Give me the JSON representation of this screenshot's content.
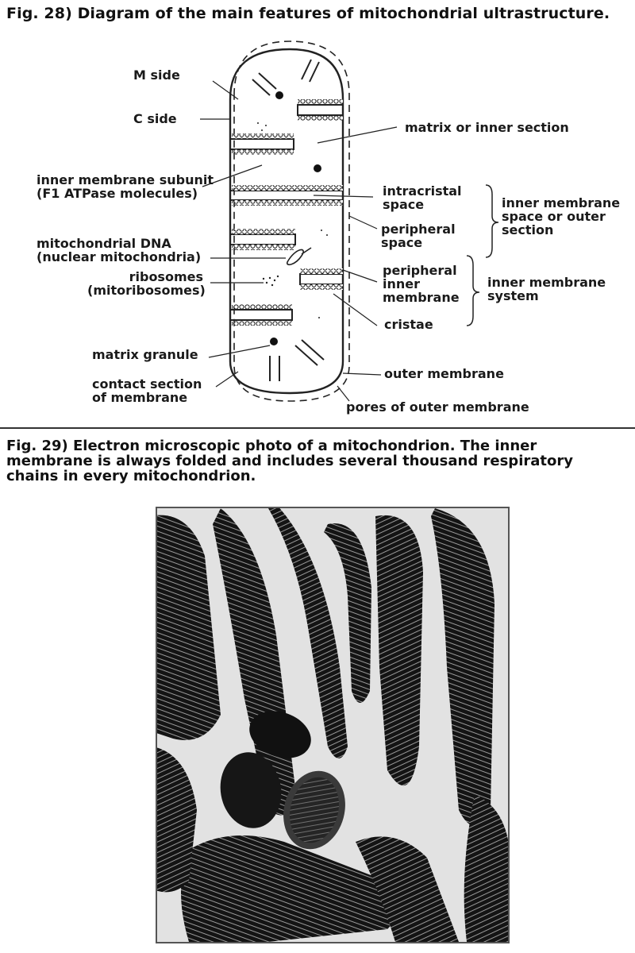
{
  "fig28": {
    "caption": "Fig. 28)  Diagram of the main features of mitochondrial ultrastructure.",
    "labels": {
      "m_side": "M side",
      "c_side": "C side",
      "matrix": "matrix or inner section",
      "subunit_1": "inner membrane subunit",
      "subunit_2": "(F1 ATPase molecules)",
      "intracristal_1": "intracristal",
      "intracristal_2": "space",
      "peripheral_space_1": "peripheral",
      "peripheral_space_2": "space",
      "outer_section_1": "inner membrane",
      "outer_section_2": "space or outer",
      "outer_section_3": "section",
      "dna_1": "mitochondrial DNA",
      "dna_2": "(nuclear mitochondria)",
      "ribosomes_1": "ribosomes",
      "ribosomes_2": "(mitoribosomes)",
      "peripheral_inner_1": "peripheral",
      "peripheral_inner_2": "inner",
      "peripheral_inner_3": "membrane",
      "membrane_system_1": "inner membrane",
      "membrane_system_2": "system",
      "cristae": "cristae",
      "matrix_granule": "matrix granule",
      "contact_1": "contact section",
      "contact_2": "of membrane",
      "outer_membrane": "outer membrane",
      "pores": "pores of outer membrane"
    }
  },
  "fig29": {
    "caption_1": "Fig. 29)  Electron microscopic photo of a mitochondrion. The inner",
    "caption_2": "membrane is always folded and includes several thousand respiratory",
    "caption_3": "chains in every mitochondrion."
  },
  "colors": {
    "ink": "#1a1a1a",
    "photo_dark": "#151515",
    "photo_light": "#e6e6e6"
  }
}
